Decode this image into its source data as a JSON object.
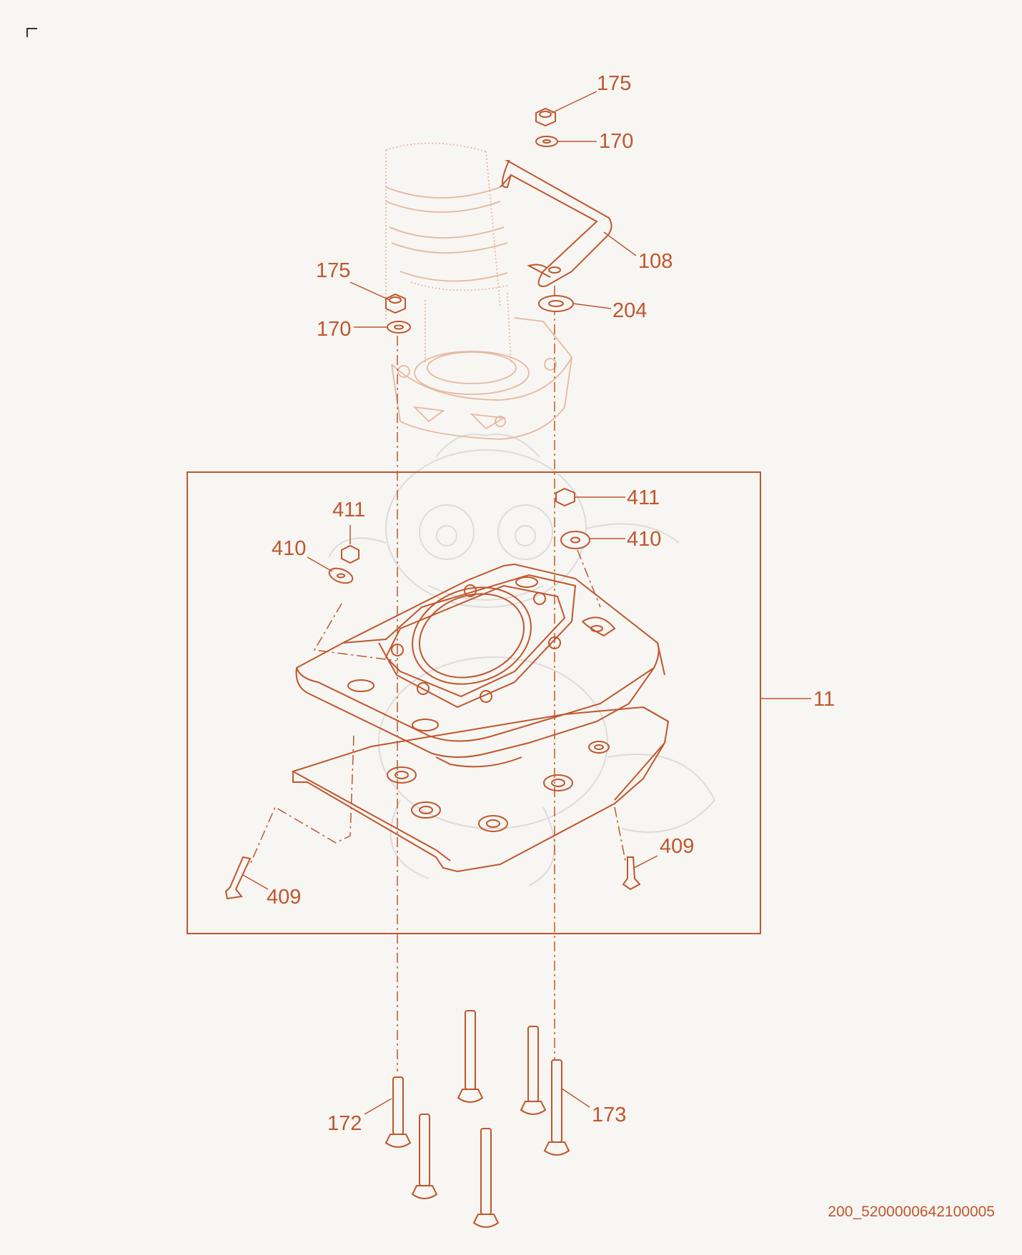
{
  "diagram": {
    "accent": "#c0562c",
    "faded": "#e6b8a2",
    "ghost": "#dcdcda",
    "background": "#f7f6f3",
    "callouts": {
      "c175_top": "175",
      "c170_top": "170",
      "c108": "108",
      "c204": "204",
      "c175_left": "175",
      "c170_left": "170",
      "c411_left": "411",
      "c410_left": "410",
      "c411_right": "411",
      "c410_right": "410",
      "c11": "11",
      "c409_left": "409",
      "c409_right": "409",
      "c172": "172",
      "c173": "173"
    },
    "doc_id": "200_5200000642100005"
  }
}
